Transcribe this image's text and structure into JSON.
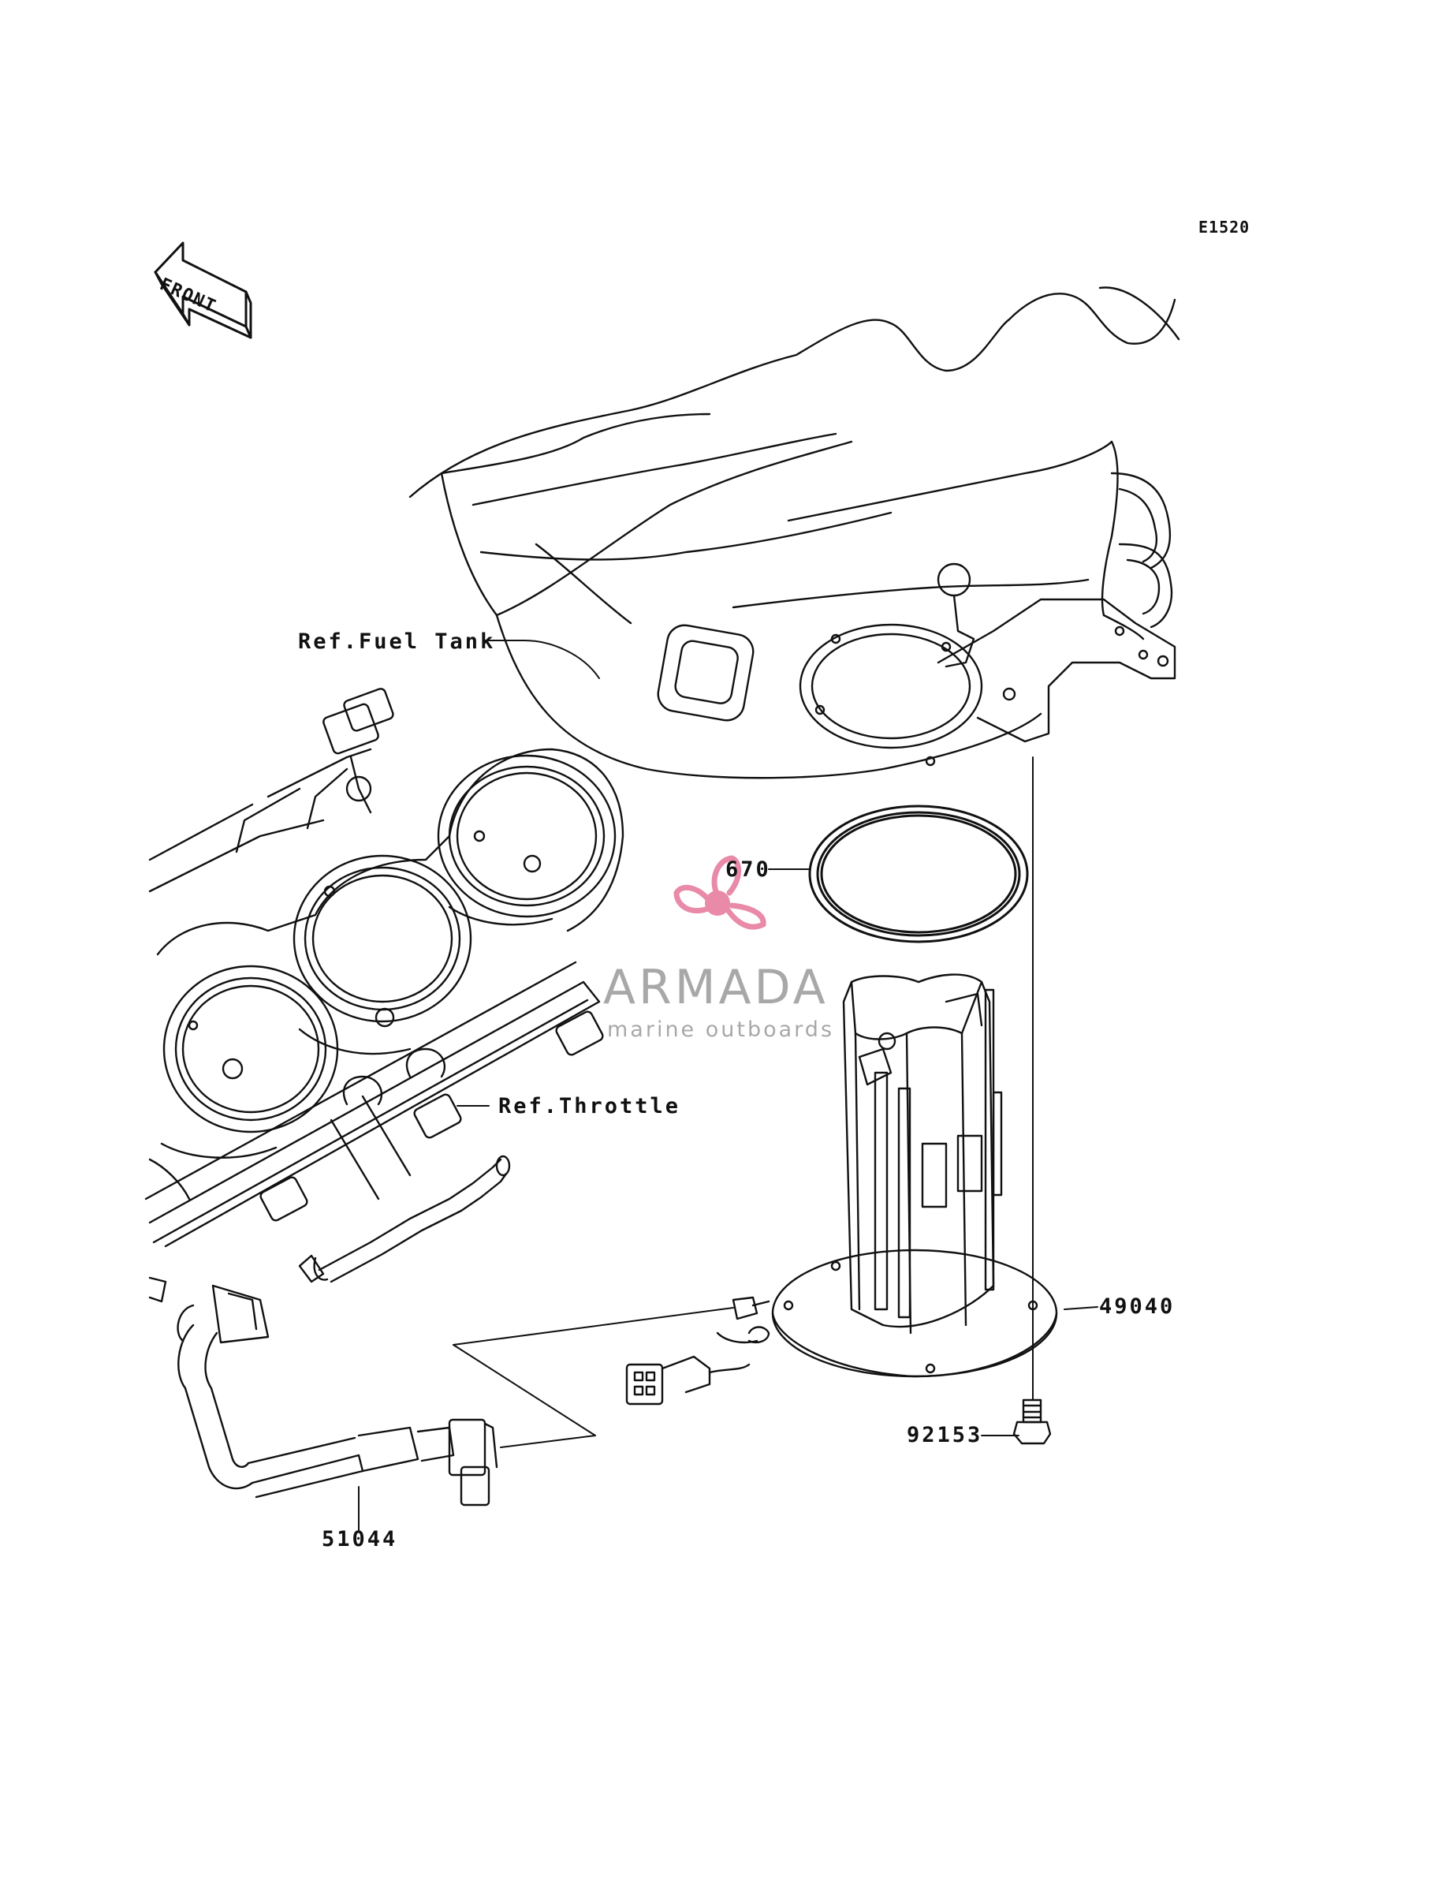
{
  "diagram": {
    "code": "E1520",
    "direction_marker": "FRONT",
    "labels": {
      "fuel_tank": "Ref.Fuel Tank",
      "throttle": "Ref.Throttle",
      "part_670": "670",
      "part_49040": "49040",
      "part_92153": "92153",
      "part_51044": "51044"
    }
  },
  "watermark": {
    "brand": "ARMADA",
    "tagline": "marine outboards",
    "icon": "propeller-icon",
    "accent_color": "#e88aa8"
  },
  "colors": {
    "line": "#111111",
    "background": "#ffffff"
  }
}
